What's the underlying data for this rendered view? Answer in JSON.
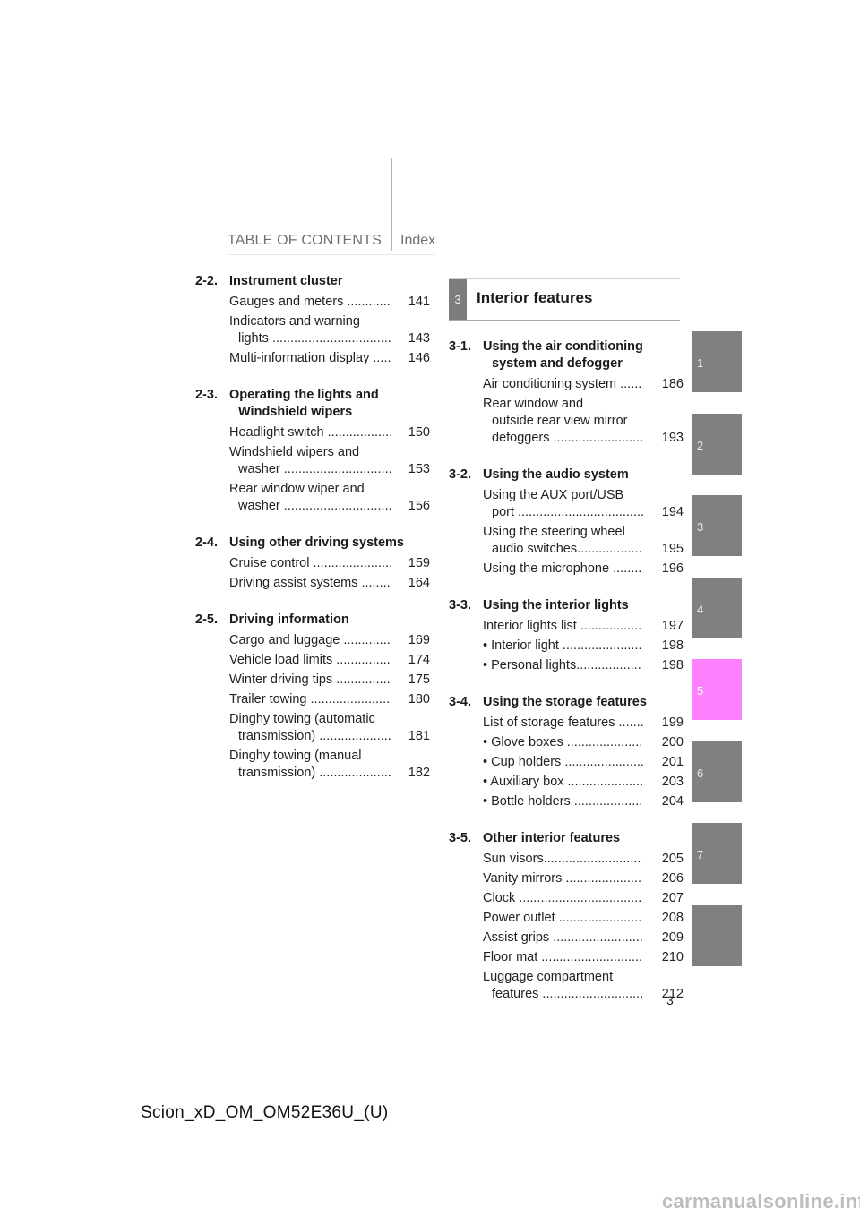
{
  "header": {
    "toc_label": "TABLE OF CONTENTS",
    "index_label": "Index"
  },
  "left_sections": [
    {
      "num": "2-2.",
      "title": [
        "Instrument cluster"
      ],
      "entries": [
        {
          "text": [
            "Gauges and meters ............"
          ],
          "page": "141"
        },
        {
          "text": [
            "Indicators and warning",
            "lights ................................."
          ],
          "page": "143"
        },
        {
          "text": [
            "Multi-information display ....."
          ],
          "page": "146"
        }
      ]
    },
    {
      "num": "2-3.",
      "title": [
        "Operating the lights and",
        "Windshield wipers"
      ],
      "entries": [
        {
          "text": [
            "Headlight switch .................."
          ],
          "page": "150"
        },
        {
          "text": [
            "Windshield wipers and",
            "washer .............................."
          ],
          "page": "153"
        },
        {
          "text": [
            "Rear window wiper and",
            "washer .............................."
          ],
          "page": "156"
        }
      ]
    },
    {
      "num": "2-4.",
      "title": [
        "Using other driving systems"
      ],
      "entries": [
        {
          "text": [
            "Cruise control ......................"
          ],
          "page": "159"
        },
        {
          "text": [
            "Driving assist systems ........"
          ],
          "page": "164"
        }
      ]
    },
    {
      "num": "2-5.",
      "title": [
        "Driving information"
      ],
      "entries": [
        {
          "text": [
            "Cargo and luggage ............."
          ],
          "page": "169"
        },
        {
          "text": [
            "Vehicle load limits ..............."
          ],
          "page": "174"
        },
        {
          "text": [
            "Winter driving tips ..............."
          ],
          "page": "175"
        },
        {
          "text": [
            "Trailer towing ......................"
          ],
          "page": "180"
        },
        {
          "text": [
            "Dinghy towing (automatic",
            "transmission) ...................."
          ],
          "page": "181"
        },
        {
          "text": [
            "Dinghy towing (manual",
            "transmission) ...................."
          ],
          "page": "182"
        }
      ]
    }
  ],
  "chapter": {
    "number": "3",
    "title": "Interior features"
  },
  "right_sections": [
    {
      "num": "3-1.",
      "title": [
        "Using the air conditioning",
        "system and defogger"
      ],
      "entries": [
        {
          "text": [
            "Air conditioning system ......"
          ],
          "page": "186"
        },
        {
          "text": [
            "Rear window and",
            "outside rear view mirror",
            "defoggers ........................."
          ],
          "page": "193"
        }
      ]
    },
    {
      "num": "3-2.",
      "title": [
        "Using the audio system"
      ],
      "entries": [
        {
          "text": [
            "Using the AUX port/USB",
            "port ..................................."
          ],
          "page": "194"
        },
        {
          "text": [
            "Using the steering wheel",
            "audio switches.................."
          ],
          "page": "195"
        },
        {
          "text": [
            "Using the microphone ........"
          ],
          "page": "196"
        }
      ]
    },
    {
      "num": "3-3.",
      "title": [
        "Using the interior lights"
      ],
      "entries": [
        {
          "text": [
            "Interior lights list ................."
          ],
          "page": "197"
        },
        {
          "text": [
            "• Interior light ......................"
          ],
          "page": "198"
        },
        {
          "text": [
            "• Personal lights.................."
          ],
          "page": "198"
        }
      ]
    },
    {
      "num": "3-4.",
      "title": [
        "Using the storage features"
      ],
      "entries": [
        {
          "text": [
            "List of storage features ......."
          ],
          "page": "199"
        },
        {
          "text": [
            "• Glove boxes ....................."
          ],
          "page": "200"
        },
        {
          "text": [
            "• Cup holders ......................"
          ],
          "page": "201"
        },
        {
          "text": [
            "• Auxiliary box ....................."
          ],
          "page": "203"
        },
        {
          "text": [
            "• Bottle holders ..................."
          ],
          "page": "204"
        }
      ]
    },
    {
      "num": "3-5.",
      "title": [
        "Other interior features"
      ],
      "entries": [
        {
          "text": [
            "Sun visors..........................."
          ],
          "page": "205"
        },
        {
          "text": [
            "Vanity mirrors ....................."
          ],
          "page": "206"
        },
        {
          "text": [
            "Clock .................................."
          ],
          "page": "207"
        },
        {
          "text": [
            "Power outlet ......................."
          ],
          "page": "208"
        },
        {
          "text": [
            "Assist grips ........................."
          ],
          "page": "209"
        },
        {
          "text": [
            "Floor mat ............................"
          ],
          "page": "210"
        },
        {
          "text": [
            "Luggage compartment",
            "features ............................"
          ],
          "page": "212"
        }
      ]
    }
  ],
  "tabs": [
    {
      "label": "1",
      "active": false
    },
    {
      "label": "2",
      "active": false
    },
    {
      "label": "3",
      "active": false
    },
    {
      "label": "4",
      "active": false
    },
    {
      "label": "5",
      "active": true
    },
    {
      "label": "6",
      "active": false
    },
    {
      "label": "7",
      "active": false
    },
    {
      "label": "",
      "active": false
    }
  ],
  "tab_colors": {
    "default": "#808080",
    "active": "#ff80ff"
  },
  "page_number": "3",
  "footer_code": "Scion_xD_OM_OM52E36U_(U)",
  "watermark": "carmanualsonline.info"
}
